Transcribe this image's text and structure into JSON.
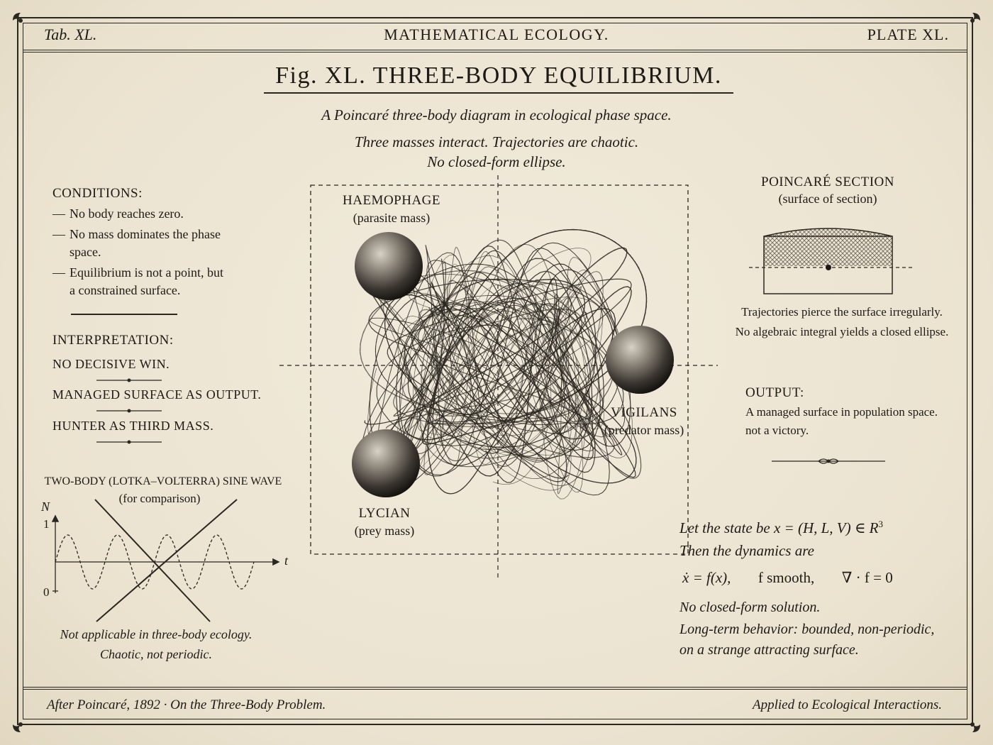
{
  "header": {
    "left": "Tab. XL.",
    "center": "MATHEMATICAL ECOLOGY.",
    "right": "PLATE XL."
  },
  "title": "Fig. XL. THREE-BODY EQUILIBRIUM.",
  "subtitle": "A Poincaré three-body diagram in ecological phase space.",
  "tagline": [
    "Three masses interact. Trajectories are chaotic.",
    "No closed-form ellipse."
  ],
  "conditions": {
    "heading": "CONDITIONS:",
    "items": [
      "No body reaches zero.",
      "No mass dominates the phase space.",
      "Equilibrium is not a point, but a constrained surface."
    ]
  },
  "interpretation": {
    "heading": "INTERPRETATION:",
    "items": [
      "NO DECISIVE WIN.",
      "MANAGED SURFACE AS OUTPUT.",
      "HUNTER AS THIRD MASS."
    ]
  },
  "two_body": {
    "title": "TWO-BODY (LOTKA–VOLTERRA) SINE WAVE",
    "subtitle": "(for comparison)",
    "y_label": "N",
    "y_ticks": [
      "1",
      "0"
    ],
    "x_label": "t",
    "caption": [
      "Not applicable in three-body ecology.",
      "Chaotic, not periodic."
    ]
  },
  "bodies": [
    {
      "name": "HAEMOPHAGE",
      "role": "(parasite mass)"
    },
    {
      "name": "VIGILANS",
      "role": "(predator mass)"
    },
    {
      "name": "LYCIAN",
      "role": "(prey mass)"
    }
  ],
  "poincare": {
    "heading": "POINCARÉ SECTION",
    "subheading": "(surface of section)",
    "caption": [
      "Trajectories pierce the surface irregularly.",
      "No algebraic integral yields a closed ellipse."
    ]
  },
  "output": {
    "heading": "OUTPUT:",
    "lines": [
      "A managed surface in population space.",
      "not a victory."
    ]
  },
  "math": {
    "line1": "Let the state be x = (H, L, V) ∈ R",
    "line1_sup": "3",
    "line2": "Then the dynamics are",
    "eq_a": "ẋ = f(x),",
    "eq_b": "f smooth,",
    "eq_c": "∇ · f = 0",
    "line4": "No closed-form solution.",
    "line5": "Long-term behavior: bounded, non-periodic,",
    "line6": "on a strange attracting surface."
  },
  "footer": {
    "left": "After Poincaré, 1892  ·  On the Three-Body Problem.",
    "right": "Applied to Ecological Interactions."
  },
  "colors": {
    "ink": "#1d1a16",
    "paper": "#ece5d4",
    "hatch": "#6b6458"
  }
}
